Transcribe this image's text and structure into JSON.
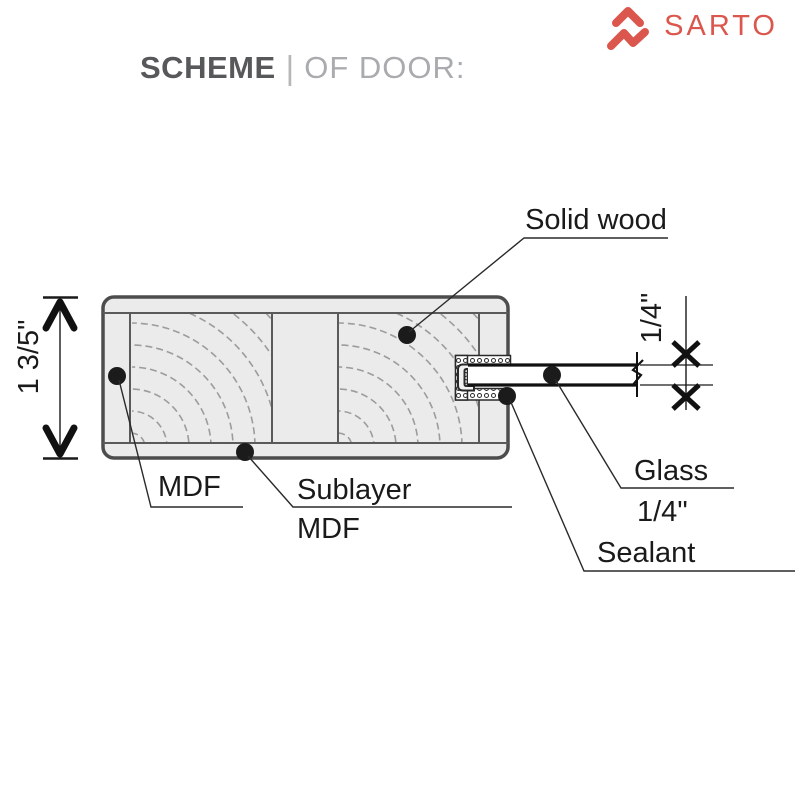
{
  "header": {
    "title_primary": "SCHEME",
    "title_divider": "|",
    "title_secondary": "OF DOOR:"
  },
  "logo": {
    "brand": "SARTO",
    "color": "#db574d"
  },
  "diagram": {
    "dimensions": {
      "door_thickness": "1 3/5\"",
      "glass_thickness": "1/4\""
    },
    "labels": {
      "solid_wood": "Solid wood",
      "mdf": "MDF",
      "sublayer_line1": "Sublayer",
      "sublayer_line2": "MDF",
      "glass_line1": "Glass",
      "glass_line2": "1/4\"",
      "sealant": "Sealant"
    },
    "colors": {
      "door_fill": "#ebebeb",
      "door_stroke": "#4d4d4d",
      "grain": "#9c9c9c",
      "ink": "#1a1a1a",
      "brand": "#db574d"
    }
  }
}
